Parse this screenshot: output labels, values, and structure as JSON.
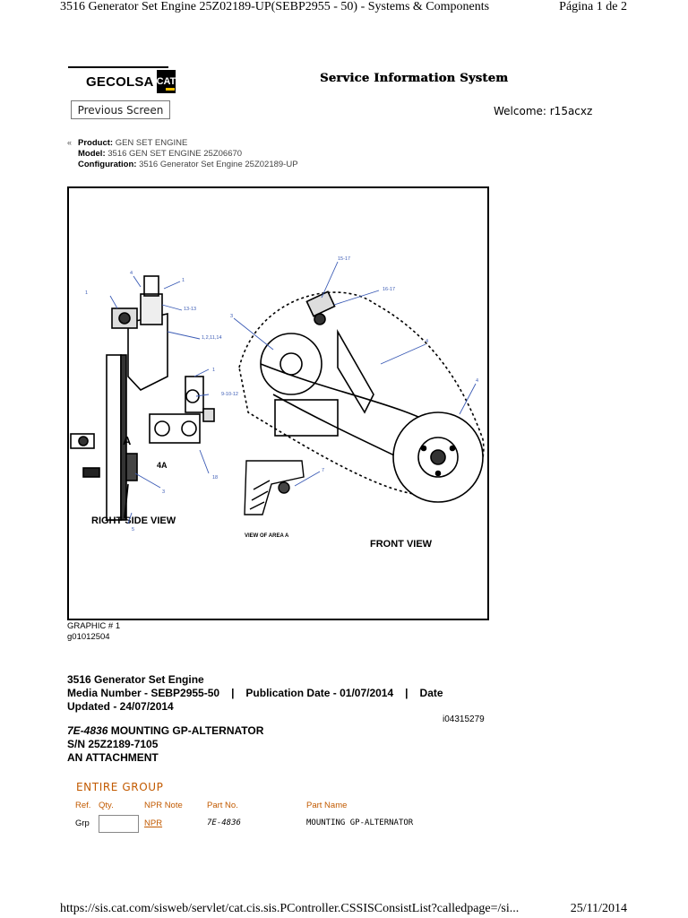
{
  "print_header": {
    "title": "3516 Generator Set Engine 25Z02189-UP(SEBP2955 - 50) - Systems & Components",
    "page": "Página 1 de 2"
  },
  "header": {
    "brand": "GECOLSA",
    "logo_text": "CAT",
    "system_title": "Service Information System",
    "previous_button": "Previous Screen",
    "welcome": "Welcome: r15acxz"
  },
  "product_info": {
    "product_label": "Product:",
    "product_value": "GEN SET ENGINE",
    "model_label": "Model:",
    "model_value": "3516 GEN SET ENGINE 25Z06670",
    "config_label": "Configuration:",
    "config_value": "3516 Generator Set Engine 25Z02189-UP"
  },
  "graphic": {
    "right_side_view": "RIGHT SIDE VIEW",
    "front_view": "FRONT VIEW",
    "view_of_area": "VIEW OF AREA A",
    "area_label": "A",
    "area_label_4a": "4A",
    "callouts": [
      "1",
      "4",
      "1",
      "13-13",
      "1,2,11,14",
      "1",
      "9-10-12",
      "18",
      "3",
      "5",
      "15-17",
      "16-17",
      "3",
      "4",
      "4",
      "7"
    ],
    "caption_line1": "GRAPHIC # 1",
    "caption_line2": "g01012504"
  },
  "document": {
    "engine": "3516 Generator Set Engine",
    "media_number": "Media Number - SEBP2955-50",
    "publication_date": "Publication Date - 01/07/2014",
    "date_label": "Date",
    "updated": "Updated - 24/07/2014",
    "sep": "|",
    "doc_id": "i04315279",
    "part_number": "7E-4836",
    "part_title": "MOUNTING GP-ALTERNATOR",
    "serial": "S/N 25Z2189-7105",
    "attachment": "AN ATTACHMENT"
  },
  "parts_group": {
    "heading": "ENTIRE GROUP",
    "columns": {
      "ref": "Ref.",
      "qty": "Qty.",
      "npr_note": "NPR Note",
      "part_no": "Part No.",
      "part_name": "Part Name"
    },
    "row": {
      "ref": "Grp",
      "qty": "",
      "npr": "NPR",
      "part_no": "7E-4836",
      "part_name": "MOUNTING GP-ALTERNATOR"
    }
  },
  "print_footer": {
    "url": "https://sis.cat.com/sisweb/servlet/cat.cis.sis.PController.CSSISConsistList?calledpage=/si...",
    "date": "25/11/2014"
  },
  "colors": {
    "accent": "#c25a00",
    "logo_yellow": "#f2c000",
    "frame": "#000000"
  }
}
